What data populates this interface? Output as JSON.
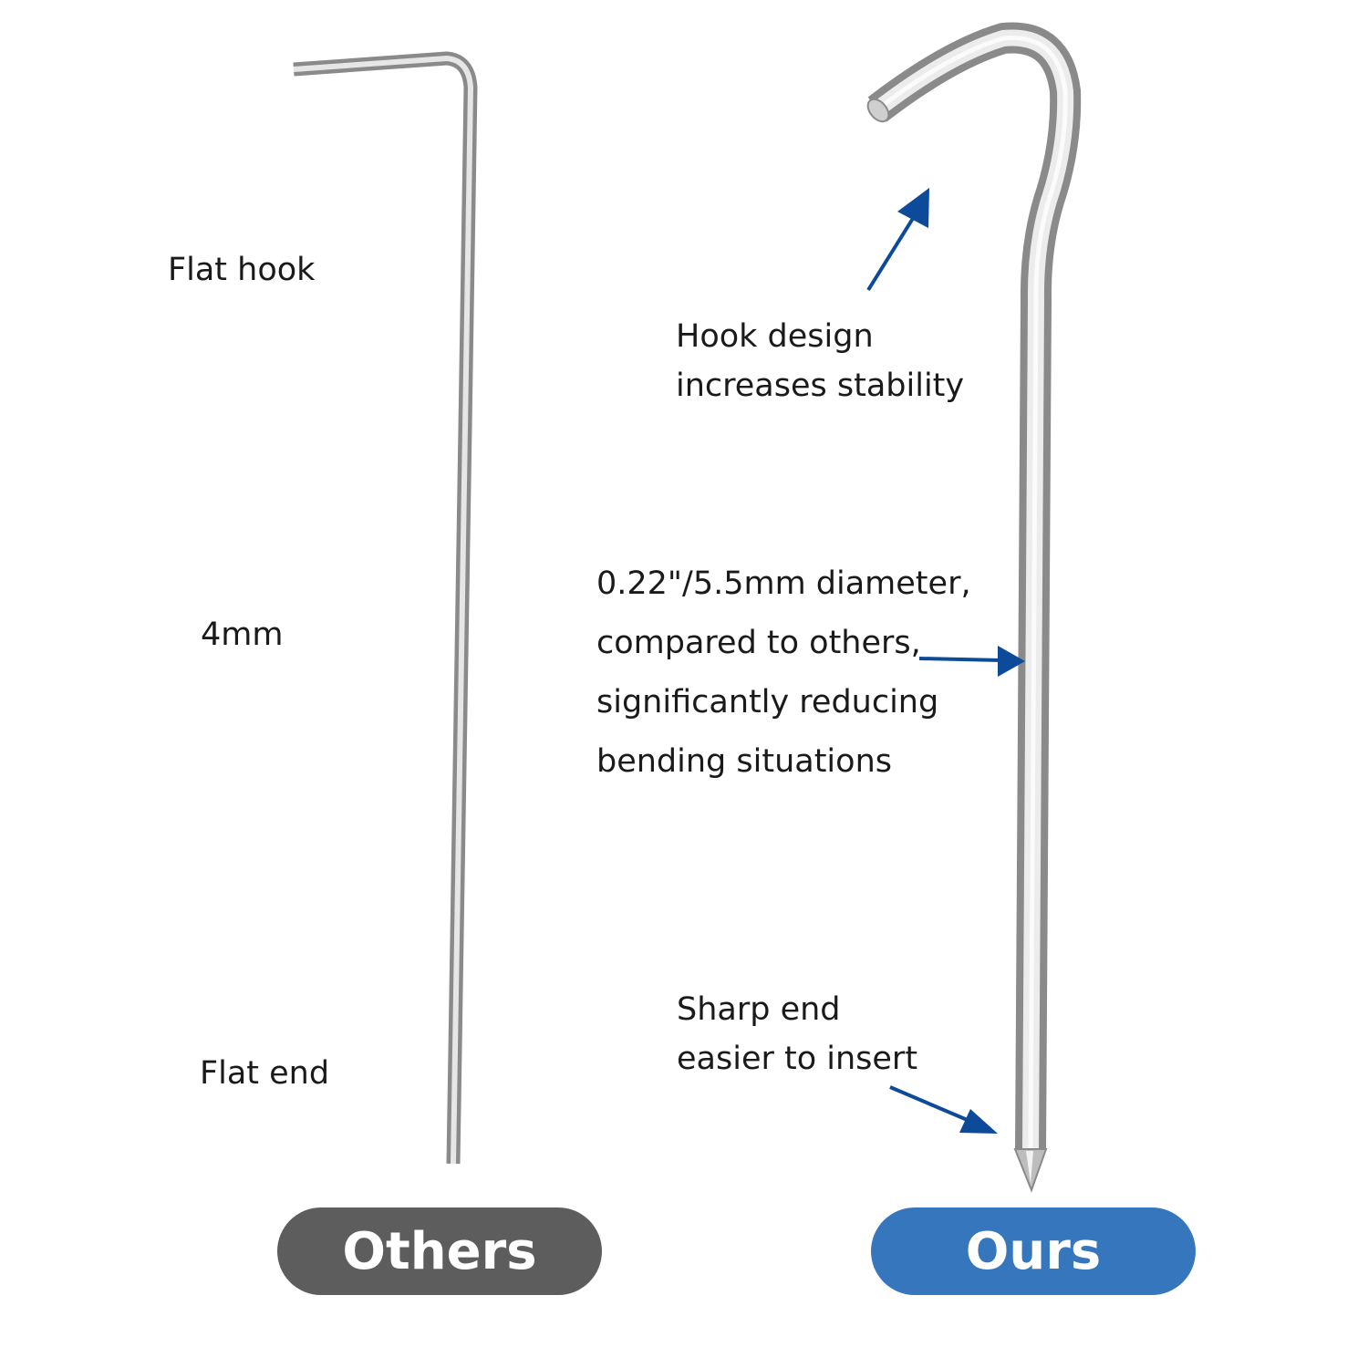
{
  "colors": {
    "others_badge": "#5d5d5d",
    "ours_badge": "#3576bd",
    "arrow": "#0d4a9a",
    "text": "#1a1a1a"
  },
  "others": {
    "badge_label": "Others",
    "annotations": {
      "hook": "Flat hook",
      "diameter": "4mm",
      "end": "Flat end"
    }
  },
  "ours": {
    "badge_label": "Ours",
    "annotations": {
      "hook_lines": [
        "Hook design",
        "increases stability"
      ],
      "diameter_lines": [
        "0.22\"/5.5mm diameter,",
        "compared to others,",
        "significantly reducing",
        "bending situations"
      ],
      "end_lines": [
        "Sharp end",
        "easier to insert"
      ]
    }
  }
}
